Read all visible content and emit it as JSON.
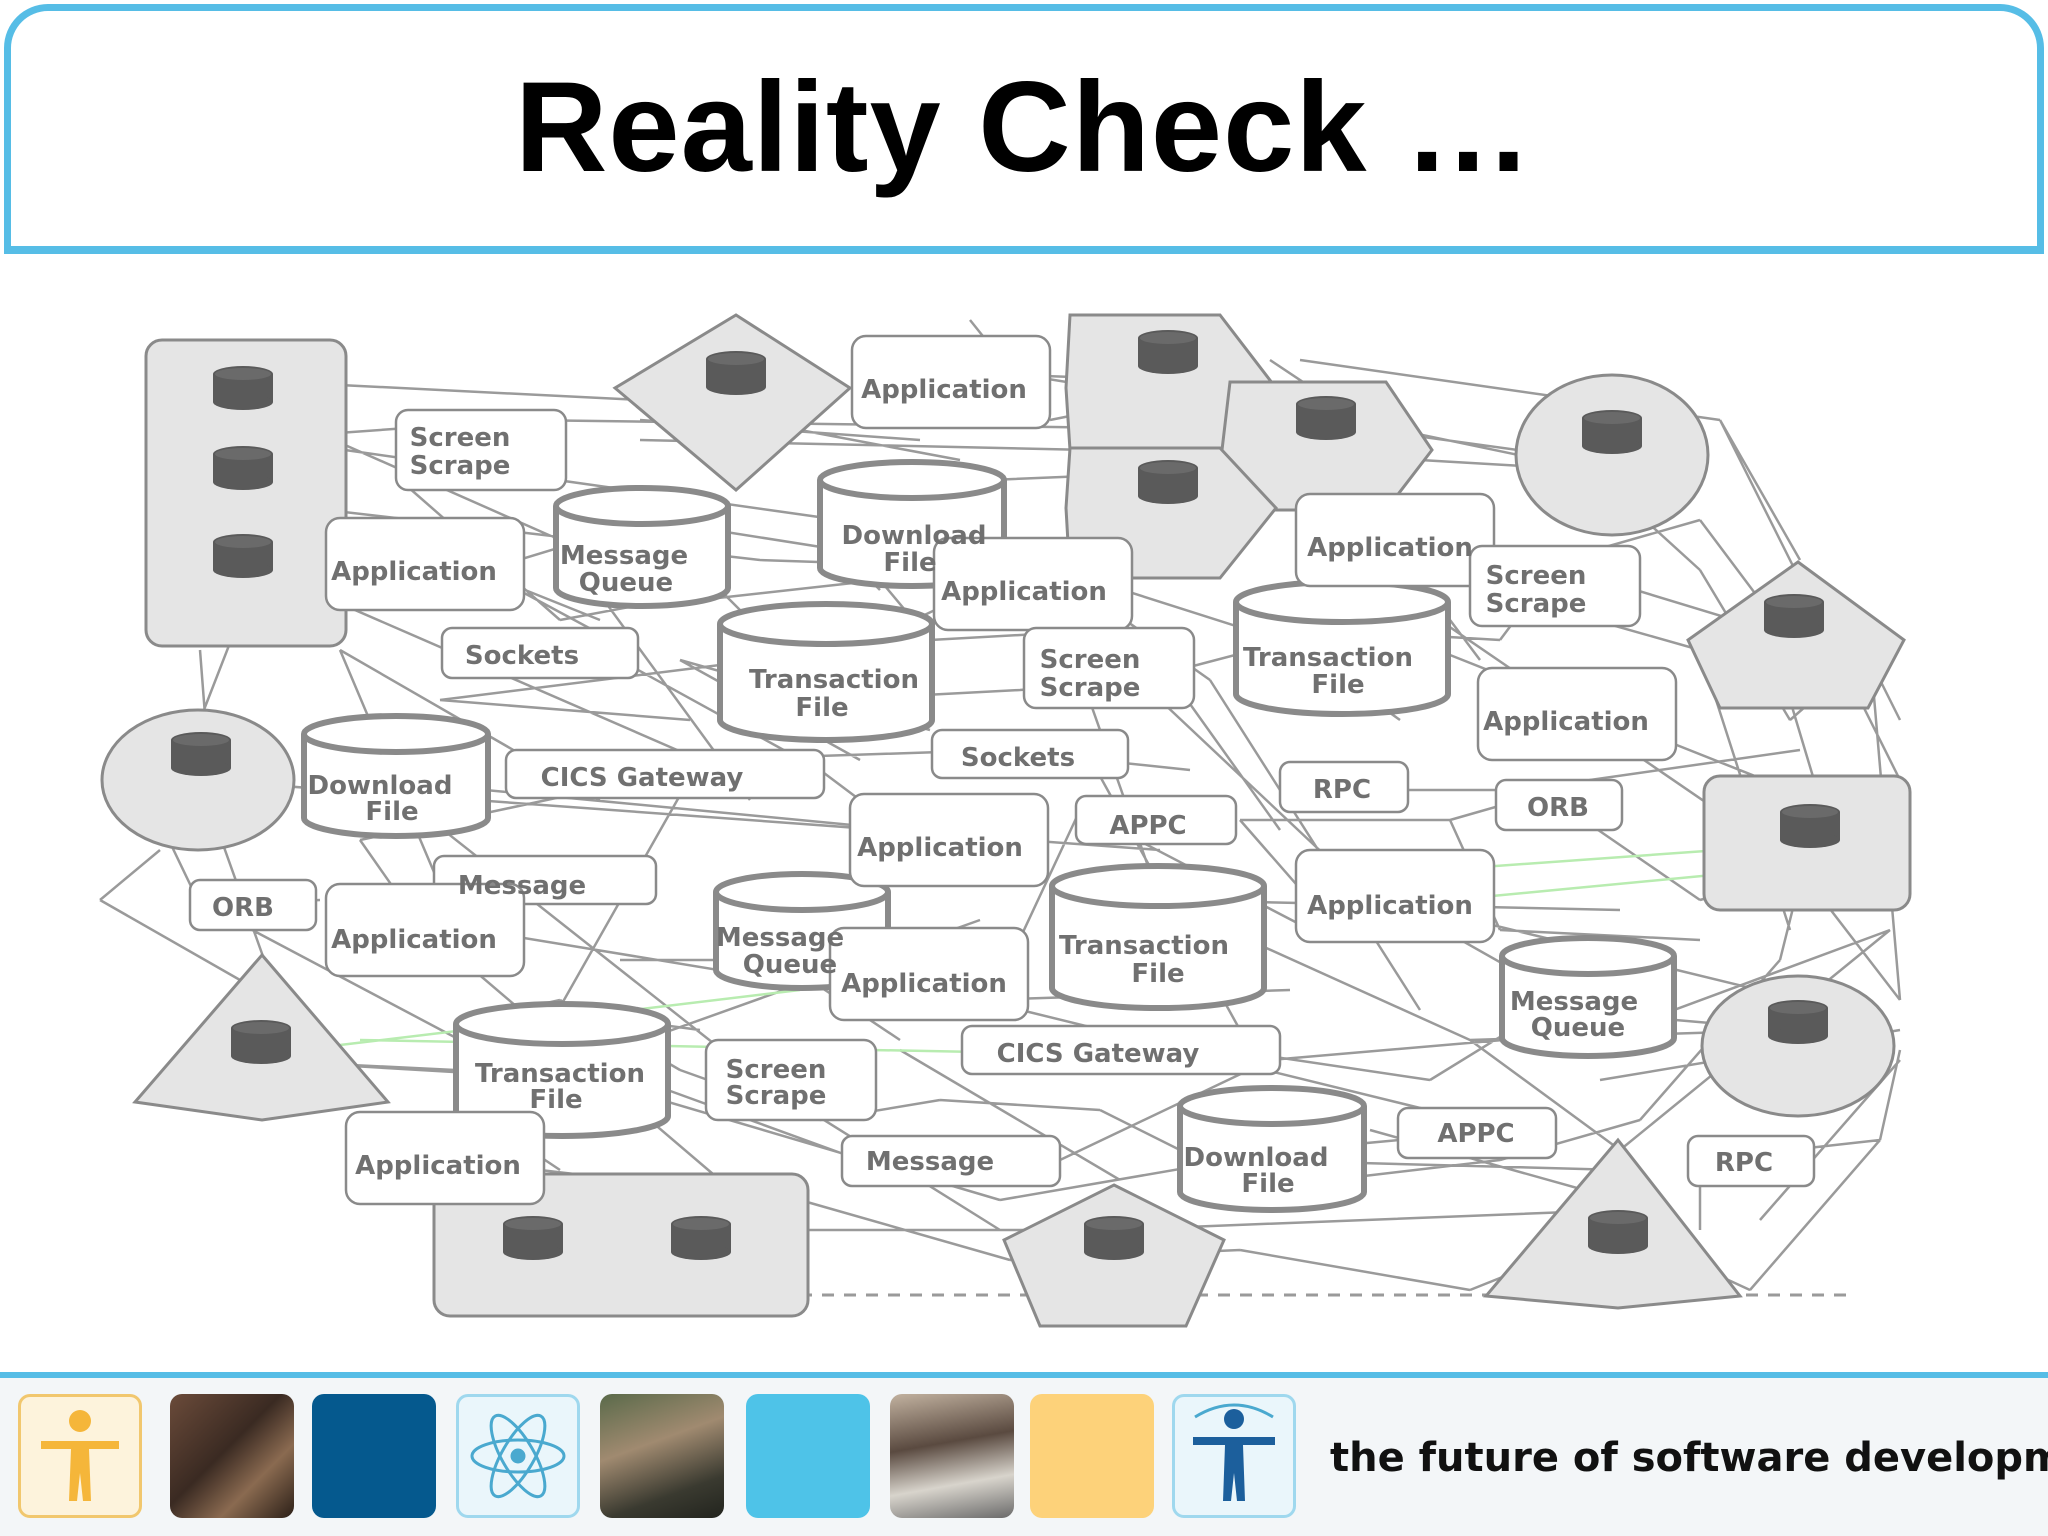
{
  "slide": {
    "title": "Reality Check …",
    "tagline": "the future of software development"
  },
  "colors": {
    "accent": "#56bde6",
    "node_fill": "#e5e5e5",
    "node_stroke": "#8a8a8a",
    "label_text": "#707070",
    "edge": "#9a9a9a",
    "edge_highlight": "#b8ecb0",
    "tile_dark_blue": "#05598e",
    "tile_light_blue": "#4ec3e8",
    "tile_yellow": "#fdd27a"
  },
  "labels": {
    "application": "Application",
    "screen_scrape_1": "Screen",
    "screen_scrape_2": "Scrape",
    "message_queue_1": "Message",
    "message_queue_2": "Queue",
    "download_file_1": "Download",
    "download_file_2": "File",
    "transaction_file_1": "Transaction",
    "transaction_file_2": "File",
    "sockets": "Sockets",
    "cics_gateway": "CICS Gateway",
    "orb": "ORB",
    "rpc": "RPC",
    "appc": "APPC",
    "message": "Message"
  },
  "footer": {
    "tiles": [
      "person-figure-icon",
      "audience-photo",
      "dark-blue-tile",
      "atom-icon",
      "speaker-photo",
      "light-blue-tile",
      "laptop-user-photo",
      "yellow-tile",
      "vitruvian-figure-icon"
    ]
  }
}
